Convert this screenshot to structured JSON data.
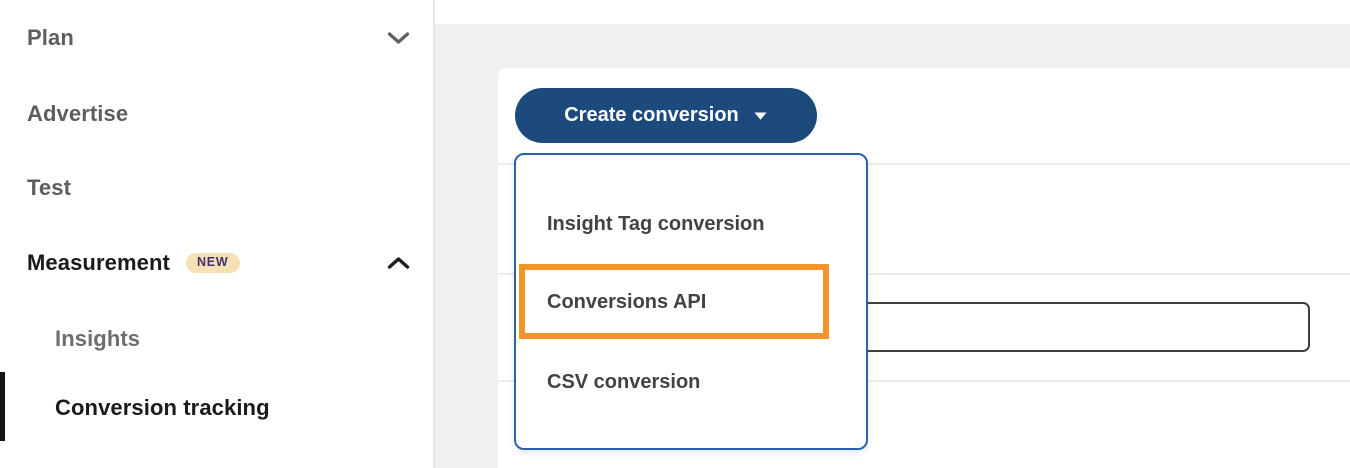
{
  "sidebar": {
    "items": [
      {
        "label": "Plan",
        "chevron": "down"
      },
      {
        "label": "Advertise"
      },
      {
        "label": "Test"
      },
      {
        "label": "Measurement",
        "badge": "NEW",
        "chevron": "up"
      },
      {
        "label": "Insights",
        "indent": true
      },
      {
        "label": "Conversion tracking",
        "indent": true,
        "active": true
      }
    ]
  },
  "main": {
    "create_button": {
      "label": "Create conversion"
    },
    "dropdown": {
      "items": [
        {
          "label": "Insight Tag conversion"
        },
        {
          "label": "Conversions API",
          "annotated": true
        },
        {
          "label": "CSV conversion"
        }
      ]
    },
    "conversion_name_input": {
      "value": "",
      "placeholder": ""
    }
  },
  "colors": {
    "primary_button": "#1d4a7d",
    "dropdown_border": "#2b63a6",
    "annotation_highlight": "#f29429",
    "badge_background": "#f6e0b6",
    "badge_text": "#44336a",
    "content_background": "#f1f0ee",
    "active_indicator": "#141414"
  }
}
